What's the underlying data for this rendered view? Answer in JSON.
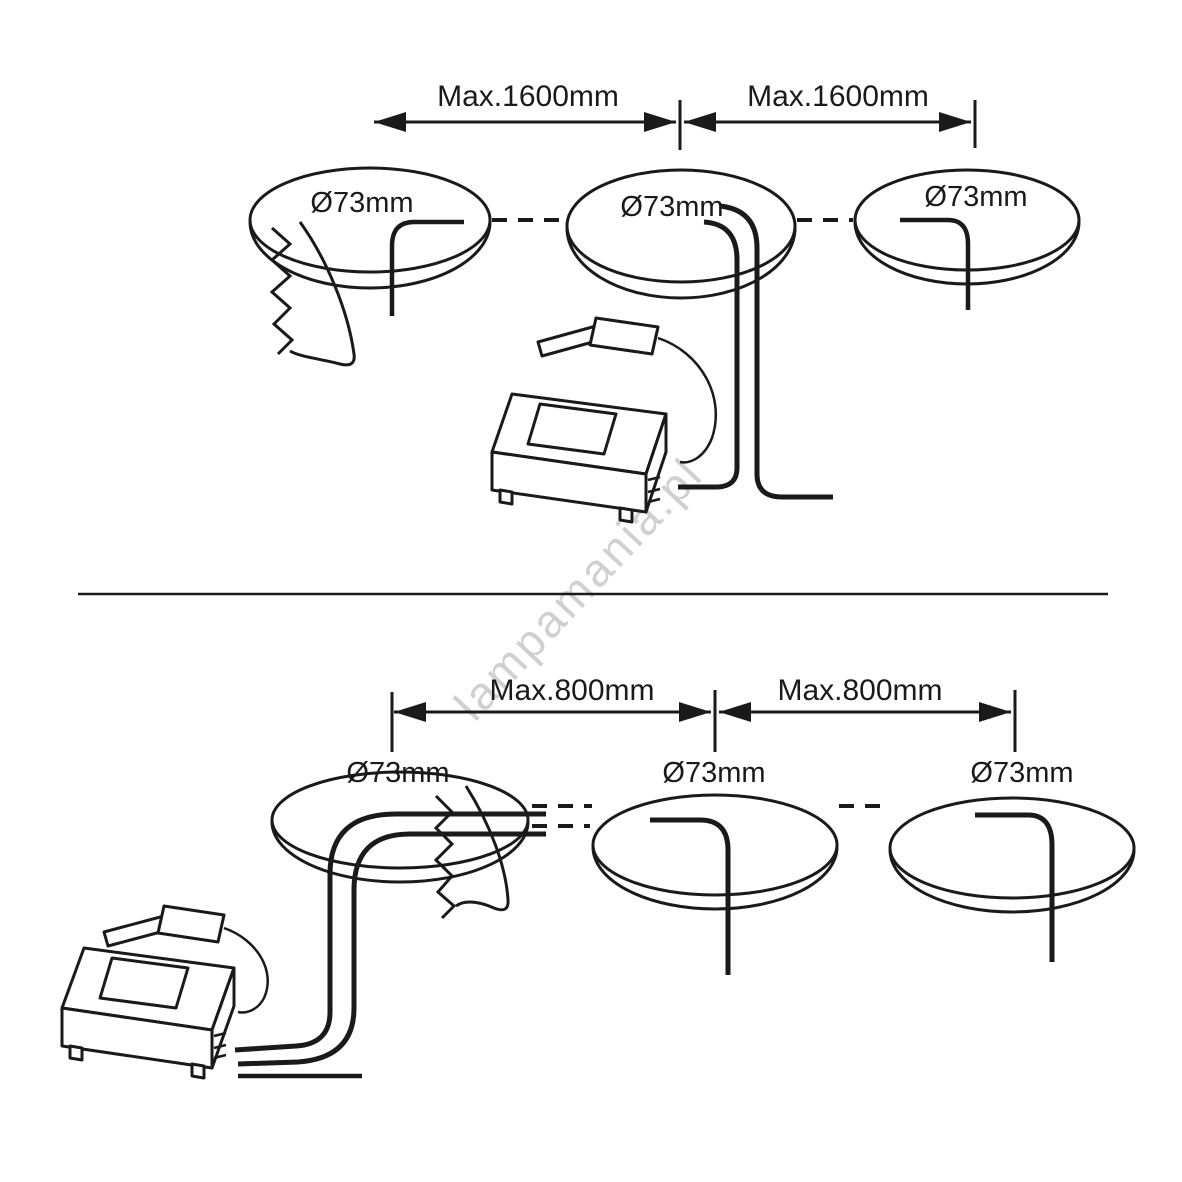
{
  "watermark": {
    "text": "lampamania.pl"
  },
  "top_diagram": {
    "dimension_labels": [
      "Max.1600mm",
      "Max.1600mm"
    ],
    "diameter_labels": [
      "Ø73mm",
      "Ø73mm",
      "Ø73mm"
    ]
  },
  "bottom_diagram": {
    "dimension_labels": [
      "Max.800mm",
      "Max.800mm"
    ],
    "diameter_labels": [
      "Ø73mm",
      "Ø73mm",
      "Ø73mm"
    ]
  },
  "colors": {
    "line": "#1a1a1a",
    "watermark": "#c8c8c8",
    "background": "#ffffff"
  }
}
